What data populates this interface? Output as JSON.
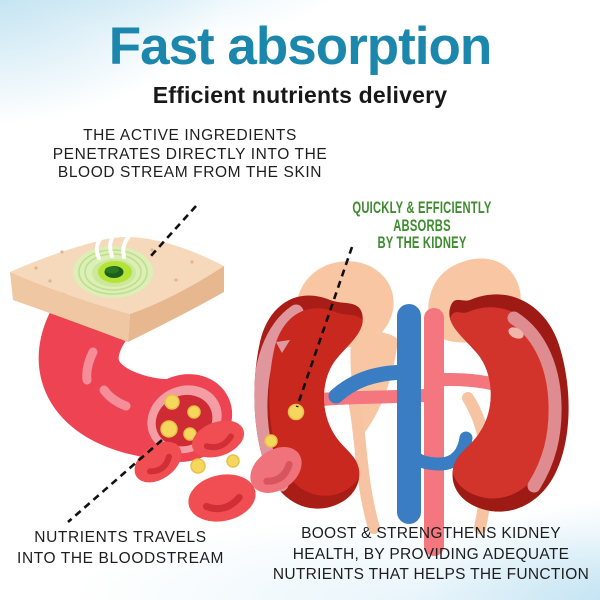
{
  "header": {
    "title": "Fast absorption",
    "subtitle": "Efficient nutrients delivery"
  },
  "annotations": {
    "skin_penetration": {
      "lines": [
        "THE ACTIVE INGREDIENTS",
        "PENETRATES DIRECTLY INTO THE",
        "BLOOD STREAM FROM THE SKIN"
      ]
    },
    "kidney_absorption": {
      "lines": [
        "QUICKLY & EFFICIENTLY ABSORBS",
        "BY THE KIDNEY"
      ]
    },
    "bloodstream": {
      "lines": [
        "NUTRIENTS TRAVELS",
        "INTO THE BLOODSTREAM"
      ]
    },
    "kidney_health": {
      "lines": [
        "BOOST & STRENGTHENS KIDNEY",
        "HEALTH, BY PROVIDING ADEQUATE",
        "NUTRIENTS THAT HELPS THE FUNCTION"
      ]
    }
  },
  "illustrations": {
    "skin_patch": "skin-patch-with-absorbing-green-serum",
    "blood_vessel": "blood-vessel-cross-section-with-red-blood-cells-and-nutrients",
    "kidneys": "pair-of-kidneys-with-adrenal-glands-renal-vein-and-artery"
  },
  "colors": {
    "title_blue": "#1b87ad",
    "annotation_green": "#3e8c2f",
    "body_text": "#1e1e1e",
    "kidney_red": "#c9281f",
    "kidney_dark_red": "#a91d17",
    "vessel_red": "#ee4352",
    "nutrient_yellow": "#f6d75d",
    "vein_blue": "#3b7dc2",
    "artery_pink": "#f4767e",
    "skin_peach": "#f6d8bb",
    "serum_green": "#b3e336",
    "background_sky": "#d9edf7"
  }
}
